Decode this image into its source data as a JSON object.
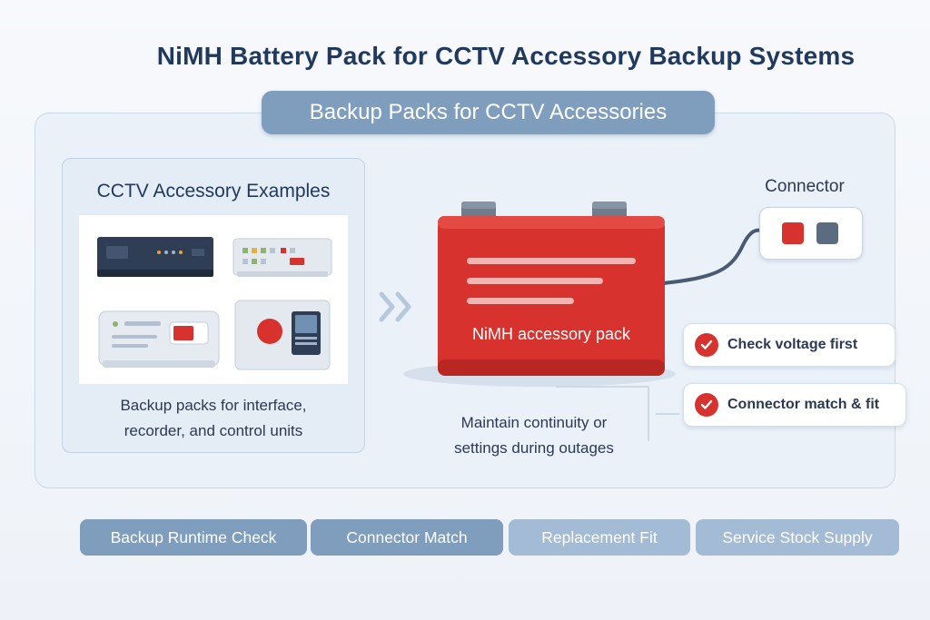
{
  "title": "NiMH Battery Pack for CCTV Accessory Backup Systems",
  "panel_tab": "Backup Packs for CCTV Accessories",
  "examples": {
    "title": "CCTV Accessory Examples",
    "caption_line1": "Backup packs for interface,",
    "caption_line2": "recorder, and control units"
  },
  "battery": {
    "label": "NiMH accessory pack",
    "caption_line1": "Maintain continuity or",
    "caption_line2": "settings during outages",
    "color": "#d8322e"
  },
  "connector": {
    "label": "Connector"
  },
  "checks": [
    {
      "label": "Check voltage first",
      "icon": "checkmark-icon"
    },
    {
      "label": "Connector match & fit",
      "icon": "checkmark-icon"
    }
  ],
  "chips": [
    {
      "label": "Backup Runtime Check"
    },
    {
      "label": "Connector Match"
    },
    {
      "label": "Replacement Fit"
    },
    {
      "label": "Service Stock Supply"
    }
  ],
  "colors": {
    "accent_red": "#d8322e",
    "slate_blue": "#7f9dbd",
    "navy": "#22395e"
  }
}
